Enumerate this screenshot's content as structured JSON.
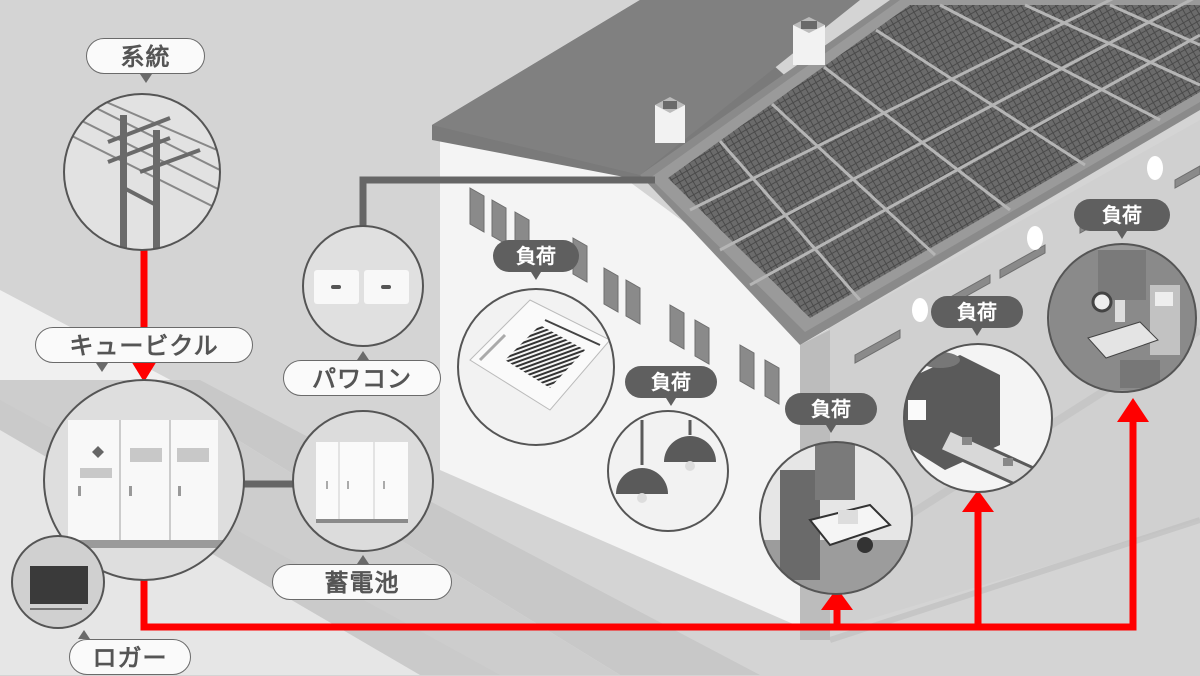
{
  "diagram": {
    "title": "Factory solar self-consumption system diagram",
    "colors": {
      "background": "#d4d4d4",
      "power_flow": "#ff0000",
      "connection_line": "#666666",
      "label_bg": "#fafafa",
      "load_tag_bg": "#5f5f5f"
    },
    "nodes": {
      "grid": {
        "label": "系統",
        "icon": "utility-pole-icon"
      },
      "cubicle": {
        "label": "キュービクル",
        "icon": "cubicle-switchgear-icon"
      },
      "logger": {
        "label": "ロガー",
        "icon": "data-logger-icon"
      },
      "power_conditioner": {
        "label": "パワコン",
        "icon": "inverter-icon"
      },
      "battery": {
        "label": "蓄電池",
        "icon": "battery-cabinet-icon"
      },
      "solar": {
        "label": "",
        "icon": "solar-panel-roof-icon"
      }
    },
    "loads": [
      {
        "label": "負荷",
        "icon": "air-conditioner-icon"
      },
      {
        "label": "負荷",
        "icon": "pendant-light-icon"
      },
      {
        "label": "負荷",
        "icon": "milling-machine-icon"
      },
      {
        "label": "負荷",
        "icon": "conveyor-machine-icon"
      },
      {
        "label": "負荷",
        "icon": "machining-center-icon"
      }
    ],
    "flows": [
      {
        "from": "系統",
        "to": "キュービクル",
        "type": "power"
      },
      {
        "from": "キュービクル",
        "to": "負荷",
        "type": "power",
        "branches": 3
      },
      {
        "from": "パワコン",
        "to": "solar",
        "type": "connection"
      },
      {
        "from": "キュービクル",
        "to": "蓄電池",
        "type": "connection"
      }
    ]
  }
}
